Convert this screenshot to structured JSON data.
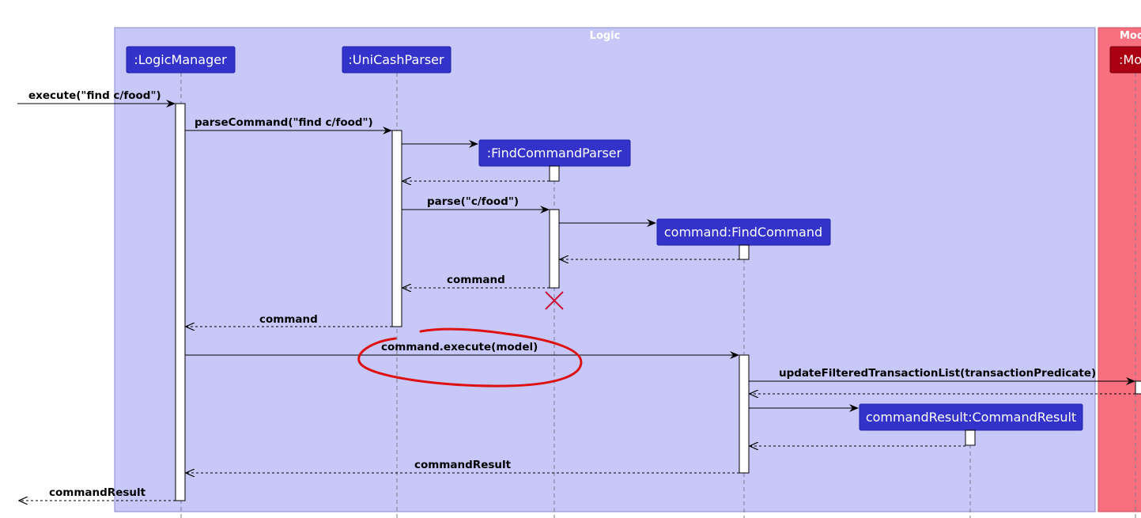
{
  "diagram": {
    "frames": [
      {
        "id": "logic",
        "title": "Logic",
        "fill": "#c8c8f8",
        "stroke": "#8888cc"
      },
      {
        "id": "model",
        "title": "Model",
        "fill": "#f87080",
        "stroke": "#cc4a5a"
      }
    ],
    "participants": [
      {
        "id": "logic-manager",
        "label": ":LogicManager",
        "fill": "#3333cc"
      },
      {
        "id": "unicash-parser",
        "label": ":UniCashParser",
        "fill": "#3333cc"
      },
      {
        "id": "find-command-parser",
        "label": ":FindCommandParser",
        "fill": "#3333cc"
      },
      {
        "id": "find-command",
        "label": "command:FindCommand",
        "fill": "#3333cc"
      },
      {
        "id": "command-result",
        "label": "commandResult:CommandResult",
        "fill": "#3333cc"
      },
      {
        "id": "model",
        "label": ":Model",
        "fill": "#aa0011"
      }
    ],
    "messages": [
      {
        "id": "execute",
        "label": "execute(\"find c/food\")"
      },
      {
        "id": "parse-command",
        "label": "parseCommand(\"find c/food\")"
      },
      {
        "id": "create-parser",
        "label": ""
      },
      {
        "id": "parser-return",
        "label": ""
      },
      {
        "id": "parse",
        "label": "parse(\"c/food\")"
      },
      {
        "id": "create-command",
        "label": ""
      },
      {
        "id": "command-return-1",
        "label": ""
      },
      {
        "id": "command-return-2",
        "label": "command"
      },
      {
        "id": "command-return-3",
        "label": "command"
      },
      {
        "id": "command-execute",
        "label": "command.execute(model)"
      },
      {
        "id": "update-filtered",
        "label": "updateFilteredTransactionList(transactionPredicate)"
      },
      {
        "id": "update-return",
        "label": ""
      },
      {
        "id": "create-result",
        "label": ""
      },
      {
        "id": "result-return",
        "label": ""
      },
      {
        "id": "command-result-return",
        "label": "commandResult"
      },
      {
        "id": "final-return",
        "label": "commandResult"
      }
    ],
    "colors": {
      "annotation": "#dd1111",
      "destroy": "#cc1133"
    }
  }
}
